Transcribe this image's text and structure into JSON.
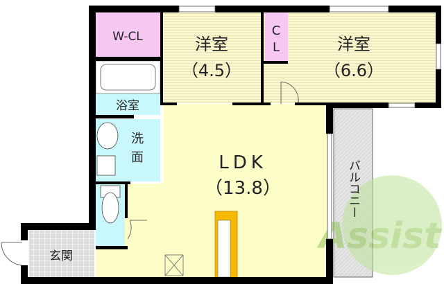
{
  "rooms": {
    "wcl": {
      "label": "W-CL"
    },
    "western_a": {
      "label": "洋室",
      "size": "（4.5）"
    },
    "western_b": {
      "label": "洋室",
      "size": "（6.6）"
    },
    "cl": {
      "label_top": "C",
      "label_bottom": "L"
    },
    "bath": {
      "label": "浴室"
    },
    "washroom": {
      "label_top": "洗",
      "label_bottom": "面"
    },
    "ldk": {
      "label": "LDK",
      "size": "（13.8）"
    },
    "entrance": {
      "label": "玄関"
    },
    "balcony": {
      "label": "バルコニー"
    }
  },
  "watermark": {
    "text": "Assist"
  },
  "colors": {
    "wall": "#000000",
    "closet": "#f6c8f2",
    "western_floor": "#fbf8cf",
    "ldk_floor": "#fdfdc8",
    "wet_area": "#c8f8fc",
    "entrance": "#dcdcdc",
    "balcony": "#e2e2e2",
    "counter": "#f7b800",
    "watermark": "#9ccc5a"
  }
}
